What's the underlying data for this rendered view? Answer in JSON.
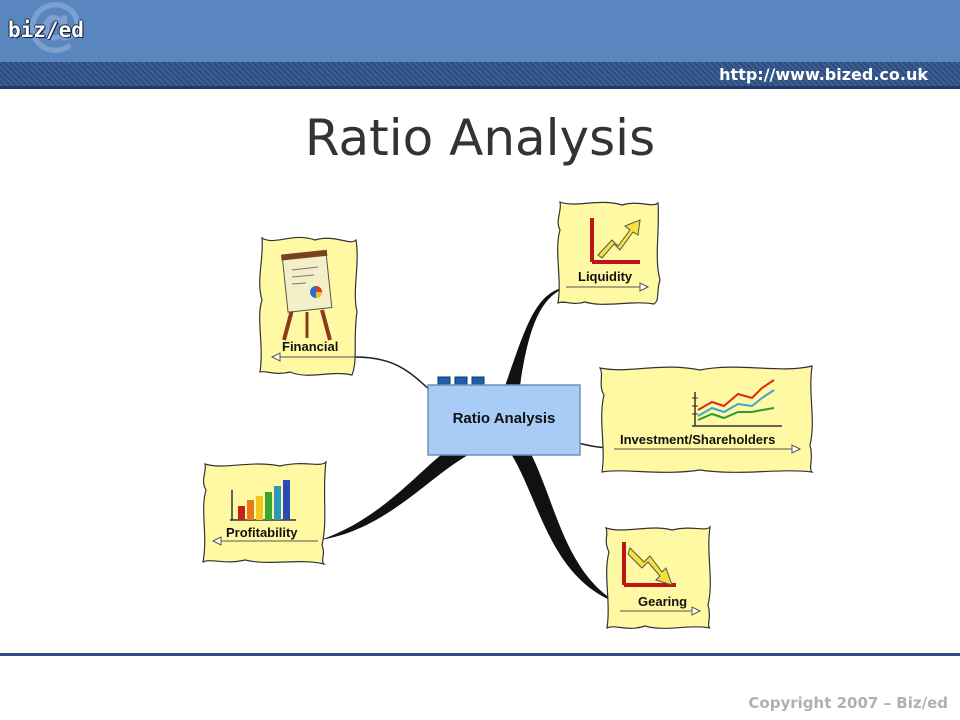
{
  "header": {
    "logo_text": "biz/ed",
    "url": "http://www.bized.co.uk"
  },
  "slide": {
    "title": "Ratio Analysis"
  },
  "mindmap": {
    "center_label": "Ratio Analysis",
    "branches": [
      {
        "id": "financial",
        "label": "Financial",
        "icon": "easel-chart-icon"
      },
      {
        "id": "liquidity",
        "label": "Liquidity",
        "icon": "rising-arrow-chart-icon"
      },
      {
        "id": "investment",
        "label": "Investment/Shareholders",
        "icon": "multi-line-chart-icon"
      },
      {
        "id": "profitability",
        "label": "Profitability",
        "icon": "bar-chart-icon"
      },
      {
        "id": "gearing",
        "label": "Gearing",
        "icon": "falling-arrow-chart-icon"
      }
    ]
  },
  "footer": {
    "copyright": "Copyright 2007 – Biz/ed"
  },
  "colors": {
    "header_blue": "#5a86c0",
    "header_dark": "#2e4d7e",
    "card_yellow": "#fff9a3",
    "center_box": "#a8ccf5",
    "center_tab": "#1f5fa8"
  }
}
